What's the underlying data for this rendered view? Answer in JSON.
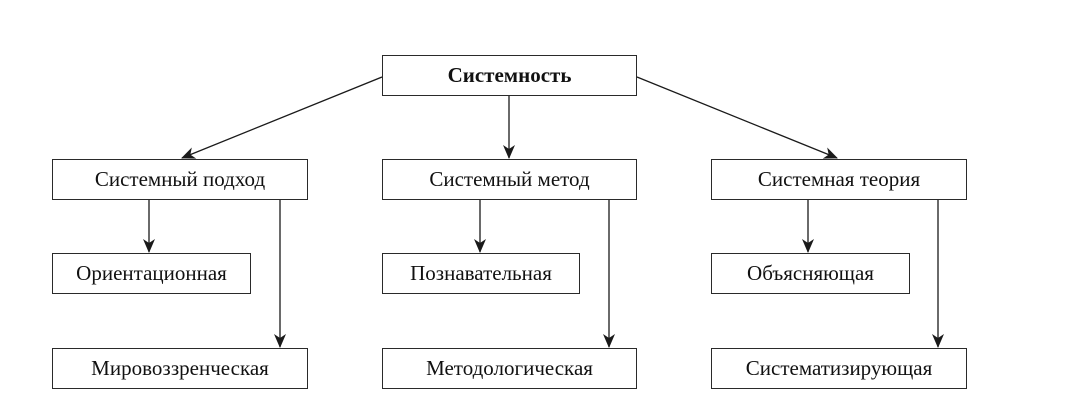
{
  "diagram": {
    "root": {
      "label": "Системность"
    },
    "branches": [
      {
        "label": "Системный подход",
        "children": [
          "Ориентационная",
          "Мировоззренческая"
        ]
      },
      {
        "label": "Системный метод",
        "children": [
          "Познавательная",
          "Методологическая"
        ]
      },
      {
        "label": "Системная теория",
        "children": [
          "Объясняющая",
          "Систематизирующая"
        ]
      }
    ],
    "colors": {
      "line": "#1a1a1a",
      "box_border": "#2a2a2a",
      "text": "#111111",
      "background": "#ffffff"
    }
  }
}
